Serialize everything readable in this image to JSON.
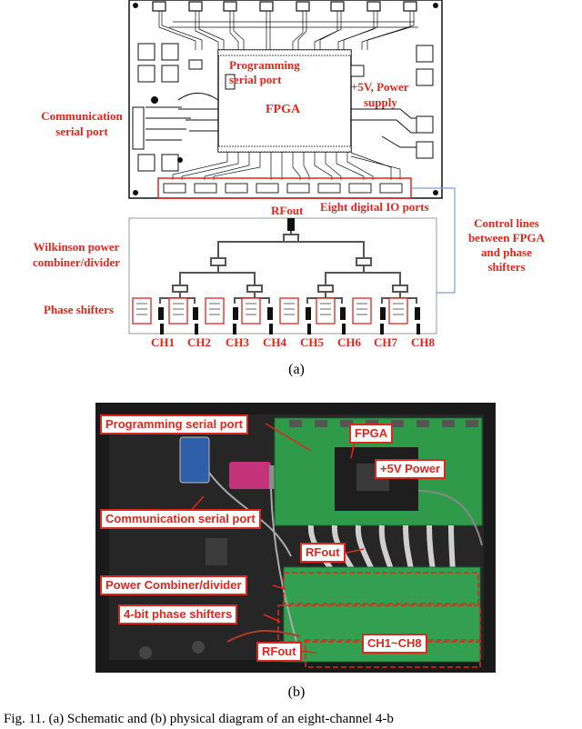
{
  "panel_a": {
    "caption": "(a)",
    "labels": {
      "programming": [
        "Programming",
        "serial port"
      ],
      "fpga": "FPGA",
      "power": [
        "+5V, Power",
        "supply"
      ],
      "communication": [
        "Communication",
        "serial port"
      ],
      "io_ports": "Eight digital IO ports",
      "rfout": "RFout",
      "wilkinson": [
        "Wilkinson power",
        "combiner/divider"
      ],
      "phase_shifters": "Phase shifters",
      "control_lines": [
        "Control lines",
        "between FPGA",
        "and phase",
        "shifters"
      ]
    },
    "channels": [
      "CH1",
      "CH2",
      "CH3",
      "CH4",
      "CH5",
      "CH6",
      "CH7",
      "CH8"
    ]
  },
  "panel_b": {
    "caption": "(b)",
    "labels": {
      "programming": "Programming serial port",
      "fpga": "FPGA",
      "power": "+5V Power",
      "communication": "Communication serial port",
      "rfout_top": "RFout",
      "combiner": "Power Combiner/divider",
      "phase_shifters": "4-bit phase shifters",
      "rfout_bottom": "RFout",
      "channels": "CH1~CH8"
    }
  },
  "figure_caption": "Fig. 11.  (a) Schematic and (b) physical diagram of an eight-channel 4-b",
  "colors": {
    "label_red": "#e0271d",
    "pcb_green": "#2f9a4a",
    "trace_black": "#111111",
    "callout_blue": "#7d9fd6"
  }
}
